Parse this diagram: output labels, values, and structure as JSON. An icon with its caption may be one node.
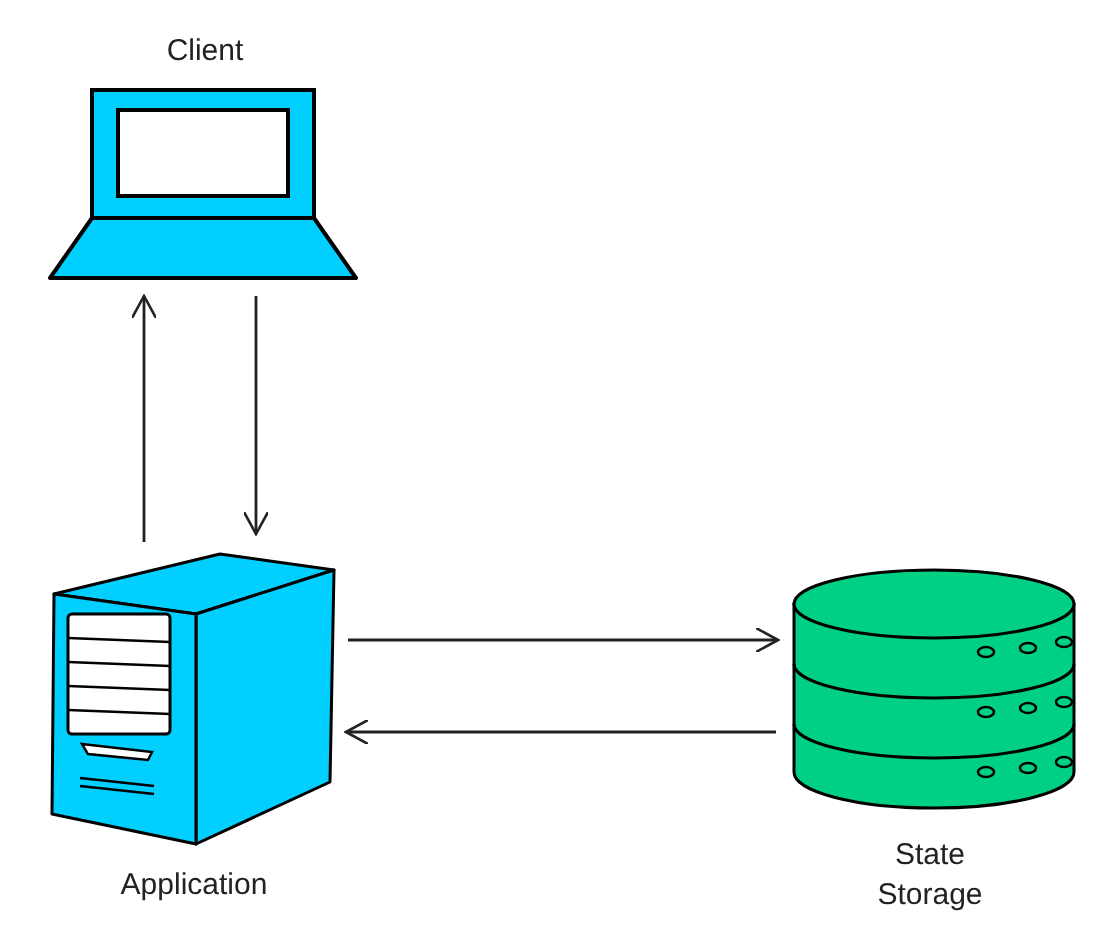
{
  "diagram": {
    "nodes": [
      {
        "text": [
          "Client"
        ]
      },
      {
        "text": [
          "Application"
        ]
      },
      {
        "text": [
          "State Storage"
        ]
      }
    ],
    "edges": [
      {
        "from": 1,
        "to": 0,
        "arrow": "to"
      },
      {
        "from": 0,
        "to": 1,
        "arrow": "to"
      },
      {
        "from": 1,
        "to": 2,
        "arrow": "to"
      },
      {
        "from": 2,
        "to": 1,
        "arrow": "to"
      }
    ]
  }
}
